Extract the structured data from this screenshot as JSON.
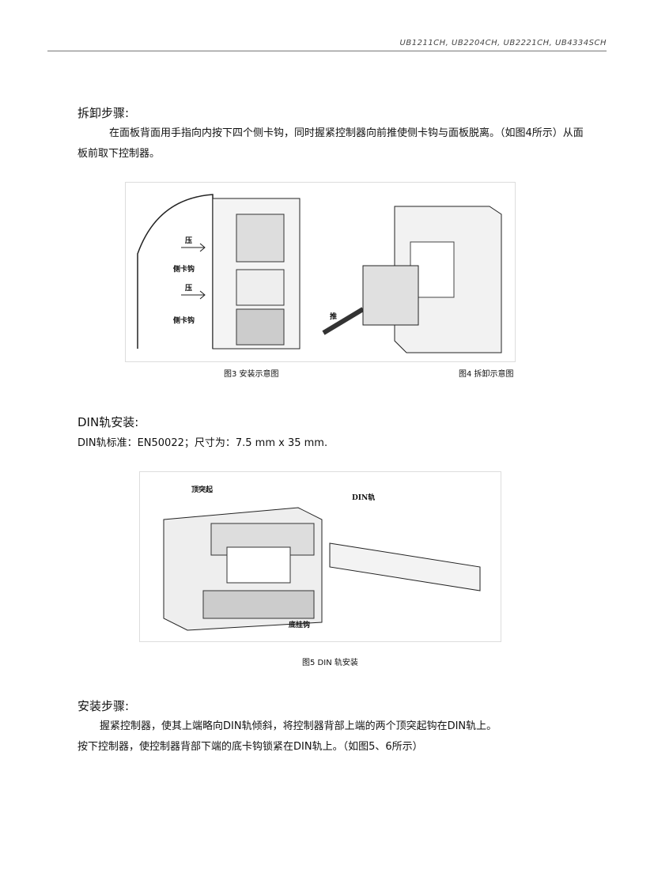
{
  "header": {
    "models": "UB1211CH, UB2204CH, UB2221CH, UB4334SCH"
  },
  "removal": {
    "title": "拆卸步骤:",
    "text": "在面板背面用手指向内按下四个侧卡钩，同时握紧控制器向前推使侧卡钩与面板脱离。（如图4所示）从面板前取下控制器。"
  },
  "fig34": {
    "labels": {
      "press1": "压",
      "hook1": "侧卡钩",
      "press2": "压",
      "hook2": "侧卡钩",
      "push": "推"
    },
    "cap3": "图3 安装示意图",
    "cap4": "图4 拆卸示意图"
  },
  "din": {
    "title": "DIN轨安装:",
    "spec": "DIN轨标准：EN50022；尺寸为：7.5 mm x 35 mm."
  },
  "fig5": {
    "labels": {
      "top": "顶突起",
      "rail": "DIN轨",
      "bottom": "底挂钩"
    },
    "cap": "图5 DIN 轨安装"
  },
  "install": {
    "title": "安装步骤:",
    "line1": "握紧控制器，使其上端略向DIN轨倾斜，将控制器背部上端的两个顶突起钩在DIN轨上。",
    "line2": "按下控制器，使控制器背部下端的底卡钩锁紧在DIN轨上。（如图5、6所示）"
  }
}
